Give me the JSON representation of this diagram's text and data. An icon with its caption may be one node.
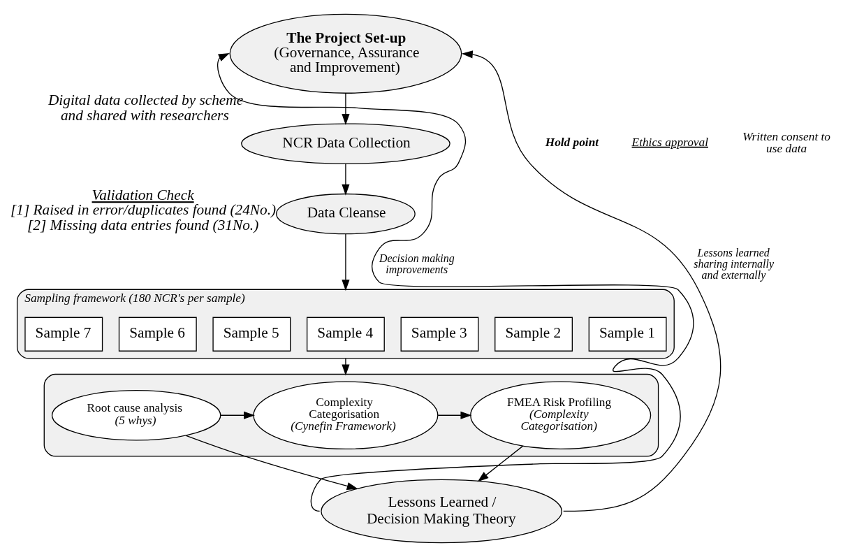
{
  "diagram": {
    "nodes": [
      {
        "text": [
          "The Project Set-up",
          "(Governance, Assurance and Improvement)"
        ]
      },
      {
        "text": [
          "NCR Data Collection"
        ],
        "beside": [
          "Digital data collected by scheme and shared with researchers"
        ]
      },
      {
        "text": [
          "Data Cleanse"
        ],
        "beside": [
          "Validation Check",
          "[1] Raised in error/duplicates found (24No.)",
          "[2] Missing data entries found (31No.)"
        ]
      },
      {
        "text": [
          "Sampling framework (180 NCR's per sample)"
        ]
      },
      {
        "text": [
          "Sample 1"
        ],
        "in": 3
      },
      {
        "text": [
          "Sample 2"
        ],
        "in": 3
      },
      {
        "text": [
          "Sample 3"
        ],
        "in": 3
      },
      {
        "text": [
          "Sample 4"
        ],
        "in": 3
      },
      {
        "text": [
          "Sample 5"
        ],
        "in": 3
      },
      {
        "text": [
          "Sample 6"
        ],
        "in": 3
      },
      {
        "text": [
          "Sample 7"
        ],
        "in": 3
      },
      {
        "text": [],
        "shape": "box"
      },
      {
        "text": [
          "Root cause analysis",
          "(5 whys)"
        ],
        "in": 11
      },
      {
        "text": [
          "Complexity Categorisation",
          "(Cynefin Framework)"
        ],
        "in": 11
      },
      {
        "text": [
          "FMEA Risk Profiling",
          "(Complexity Categorisation)"
        ],
        "in": 11
      },
      {
        "text": [
          "Lessons Learned / Decision Making Theory"
        ]
      }
    ],
    "edges": [
      {
        "from": 0,
        "to": 1,
        "arrow": "to"
      },
      {
        "from": 1,
        "to": 2,
        "arrow": "to"
      },
      {
        "from": 2,
        "to": 3,
        "arrow": "to"
      },
      {
        "from": 3,
        "to": 11,
        "arrow": "to"
      },
      {
        "from": 12,
        "to": 13,
        "arrow": "to"
      },
      {
        "from": 13,
        "to": 14,
        "arrow": "to"
      },
      {
        "from": 12,
        "to": 15,
        "arrow": "to"
      },
      {
        "from": 14,
        "to": 15,
        "arrow": "to"
      },
      {
        "from": 15,
        "to": 0,
        "arrow": "to",
        "label": "Decision making improvements"
      },
      {
        "from": 15,
        "to": 0,
        "arrow": "to",
        "label": "Lessons learned sharing internally and externally"
      }
    ],
    "labels": [
      "Hold point",
      "Ethics approval",
      "Written consent to use data"
    ]
  }
}
